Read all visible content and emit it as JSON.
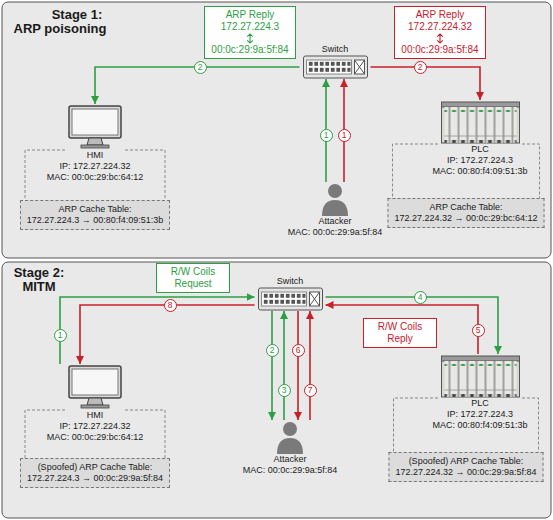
{
  "diagram": {
    "nodes": [
      {
        "text": [
          "Stage 1: ARP poisoning"
        ]
      },
      {
        "text": [
          "ARP Reply",
          "172.27.224.3",
          "00:0c:29:9a:5f:84"
        ],
        "in": 0
      },
      {
        "text": [
          "ARP Reply",
          "172.27.224.32",
          "00:0c:29:9a:5f:84"
        ],
        "in": 0
      },
      {
        "text": [
          "Switch"
        ],
        "in": 0
      },
      {
        "text": [
          "HMI",
          "IP: 172.27.224.32",
          "MAC: 00:0c:29:bc:64:12"
        ],
        "in": 0
      },
      {
        "text": [
          "ARP Cache Table:",
          "172.27.224.3 → 00:80:f4:09:51:3b"
        ],
        "in": 0
      },
      {
        "text": [
          "Attacker",
          "MAC: 00:0c:29:9a:5f:84"
        ],
        "in": 0
      },
      {
        "text": [
          "PLC",
          "IP: 172.27.224.3",
          "MAC: 00:80:f4:09:51:3b"
        ],
        "in": 0
      },
      {
        "text": [
          "ARP Cache Table:",
          "172.27.224.32 → 00:0c:29:bc:64:12"
        ],
        "in": 0
      },
      {
        "text": [
          "Stage 2: MITM"
        ]
      },
      {
        "text": [
          "R/W Coils Request"
        ],
        "in": 9
      },
      {
        "text": [
          "Switch"
        ],
        "in": 9
      },
      {
        "text": [
          "HMI",
          "IP: 172.27.224.32",
          "MAC: 00:0c:29:bc:64:12"
        ],
        "in": 9
      },
      {
        "text": [
          "(Spoofed) ARP Cache Table:",
          "172.27.224.3 → 00:0c:29:9a:5f:84"
        ],
        "in": 9
      },
      {
        "text": [
          "Attacker",
          "MAC: 00:0c:29:9a:5f:84"
        ],
        "in": 9
      },
      {
        "text": [
          "R/W Coils Reply"
        ],
        "in": 9
      },
      {
        "text": [
          "PLC",
          "IP: 172.27.224.3",
          "MAC: 00:80:f4:09:51:3b"
        ],
        "in": 9
      },
      {
        "text": [
          "(Spoofed) ARP Cache Table:",
          "172.27.224.32 → 00:0c:29:9a:5f:84"
        ],
        "in": 9
      }
    ],
    "edges": [
      {
        "from": 6,
        "to": 3,
        "arrow": "to"
      },
      {
        "from": 6,
        "to": 3,
        "arrow": "to"
      },
      {
        "from": 3,
        "to": 4,
        "arrow": "to"
      },
      {
        "from": 3,
        "to": 7,
        "arrow": "to"
      },
      {
        "from": 12,
        "to": 11,
        "arrow": "to"
      },
      {
        "from": 11,
        "to": 14,
        "arrow": "to"
      },
      {
        "from": 14,
        "to": 11,
        "arrow": "to"
      },
      {
        "from": 11,
        "to": 16,
        "arrow": "to"
      },
      {
        "from": 16,
        "to": 11,
        "arrow": "to"
      },
      {
        "from": 11,
        "to": 14,
        "arrow": "to"
      },
      {
        "from": 14,
        "to": 11,
        "arrow": "to"
      },
      {
        "from": 11,
        "to": 12,
        "arrow": "to"
      }
    ],
    "labels": [
      "1",
      "1",
      "2",
      "2",
      "1",
      "2",
      "3",
      "4",
      "5",
      "6",
      "7",
      "8"
    ]
  }
}
